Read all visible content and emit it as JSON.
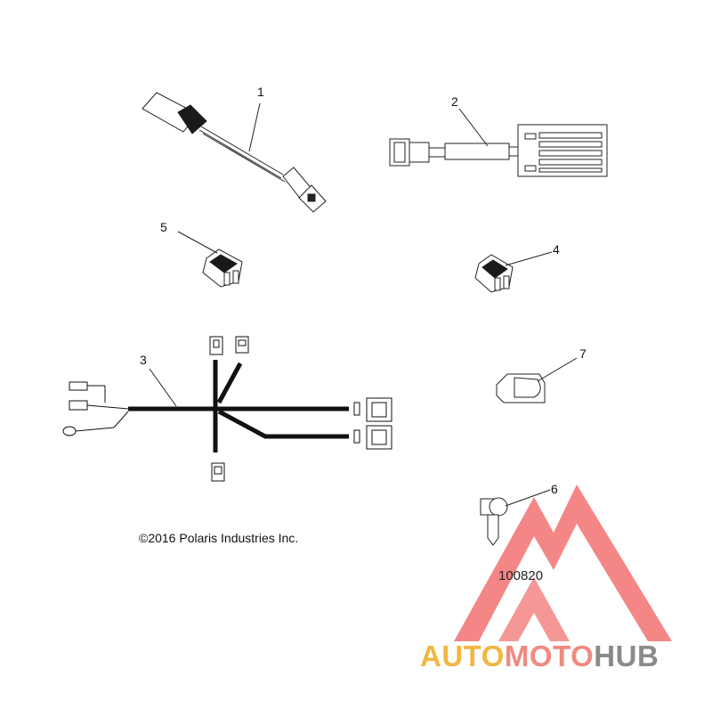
{
  "callouts": {
    "c1": "1",
    "c2": "2",
    "c3": "3",
    "c4": "4",
    "c5": "5",
    "c6": "6",
    "c7": "7"
  },
  "copyright": "©2016 Polaris Industries Inc.",
  "diagram_id": "100820",
  "watermark": {
    "part_auto": "AUTO",
    "part_moto": "MOTO",
    "part_hub": "HUB",
    "colors": {
      "auto": "#f2b642",
      "moto": "#f08a80",
      "hub": "#8a8a8a",
      "logo": "#f26b6b"
    }
  }
}
